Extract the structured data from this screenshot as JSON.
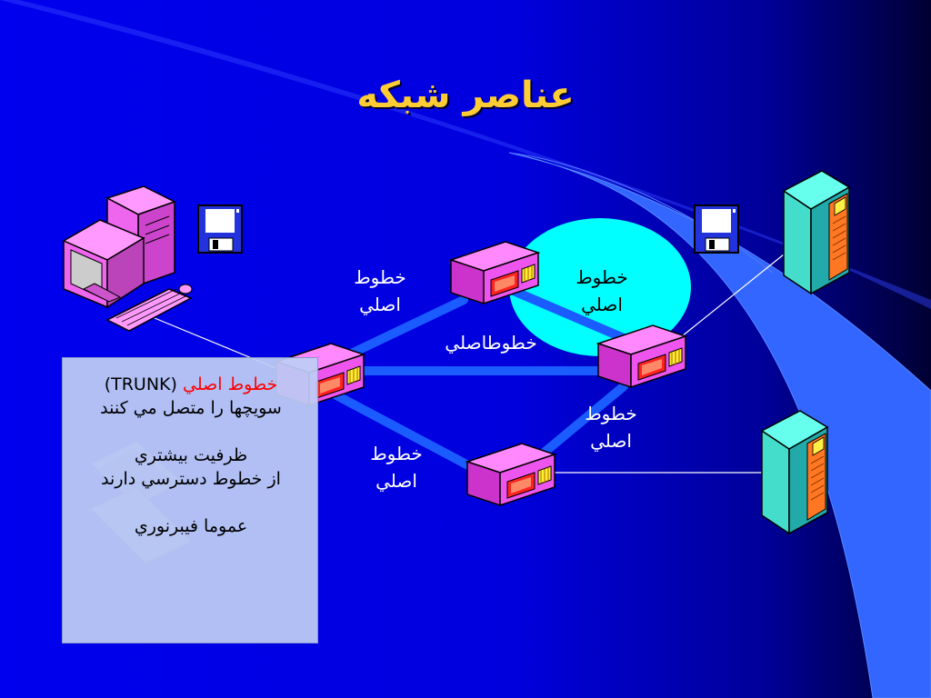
{
  "slide": {
    "title": "عناصر شبكه",
    "colors": {
      "background": "#0000ee",
      "title": "#ffcc33",
      "link": "#1a5cff",
      "cloud": "#00ffff",
      "highlight": "#ff0000"
    }
  },
  "labels": {
    "trunk_top_left": {
      "line1": "خطوط",
      "line2": "اصلي"
    },
    "trunk_top_right": {
      "line1": "خطوط",
      "line2": "اصلي"
    },
    "trunk_middle": "خطوطاصلي",
    "trunk_right": {
      "line1": "خطوط",
      "line2": "اصلي"
    },
    "trunk_bottom_left": {
      "line1": "خطوط",
      "line2": "اصلي"
    }
  },
  "infobox": {
    "line1_red": "خطوط اصلي",
    "line1_rest": "(TRUNK)",
    "line2": "سويچها را متصل مي كنند",
    "line3": "ظرفيت بيشتري",
    "line4": "از خطوط دسترسي دارند",
    "line5": "عموما فيبرنوري"
  },
  "icons": [
    "desktop-computer-icon",
    "floppy-disk-icon",
    "network-switch-icon",
    "server-tower-icon",
    "laptop-icon"
  ]
}
